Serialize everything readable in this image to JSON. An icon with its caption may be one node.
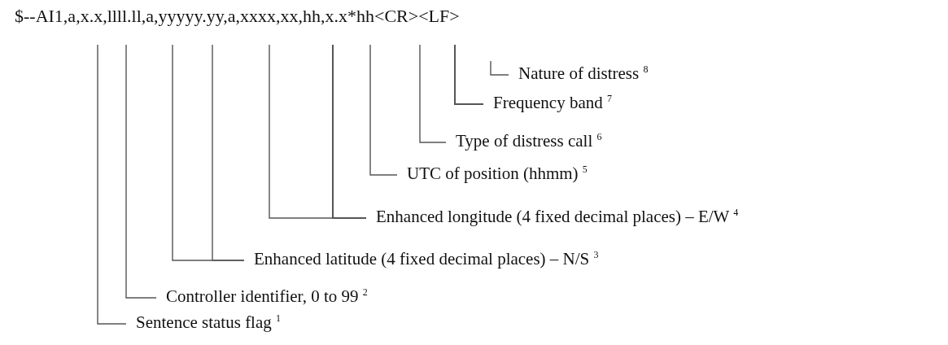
{
  "diagram": {
    "nodes": [
      {
        "text": [
          "Nature of distress $^{8}$"
        ]
      },
      {
        "text": [
          "Frequency band $^{7}$"
        ]
      },
      {
        "text": [
          "Type of distress call $^{6}$"
        ]
      },
      {
        "text": [
          "UTC of position (hhmm) $^{5}$"
        ]
      },
      {
        "text": [
          "Enhanced longitude (4 fixed decimal places) – E/W $^{4}$"
        ]
      },
      {
        "text": [
          "Enhanced latitude (4 fixed decimal places) – N/S $^{3}$"
        ]
      },
      {
        "text": [
          "Controller identifier, 0 to 99 $^{2}$"
        ]
      },
      {
        "text": [
          "Sentence status flag $^{1}$"
        ]
      }
    ],
    "edges": [
      {
        "from": 0,
        "to": null,
        "arrow": "none"
      },
      {
        "from": 1,
        "to": null,
        "arrow": "none"
      },
      {
        "from": 2,
        "to": null,
        "arrow": "none"
      },
      {
        "from": 3,
        "to": null,
        "arrow": "none"
      },
      {
        "from": 4,
        "to": null,
        "arrow": "none"
      },
      {
        "from": 4,
        "to": null,
        "arrow": "none"
      },
      {
        "from": 5,
        "to": null,
        "arrow": "none"
      },
      {
        "from": 5,
        "to": null,
        "arrow": "none"
      },
      {
        "from": 6,
        "to": null,
        "arrow": "none"
      },
      {
        "from": 7,
        "to": null,
        "arrow": "none"
      }
    ],
    "labels": [
      "$--AI1,a,x.x,llll.ll,a,yyyyy.yy,a,xxxx,xx,hh,x.x*hh<CR><LF>"
    ]
  }
}
